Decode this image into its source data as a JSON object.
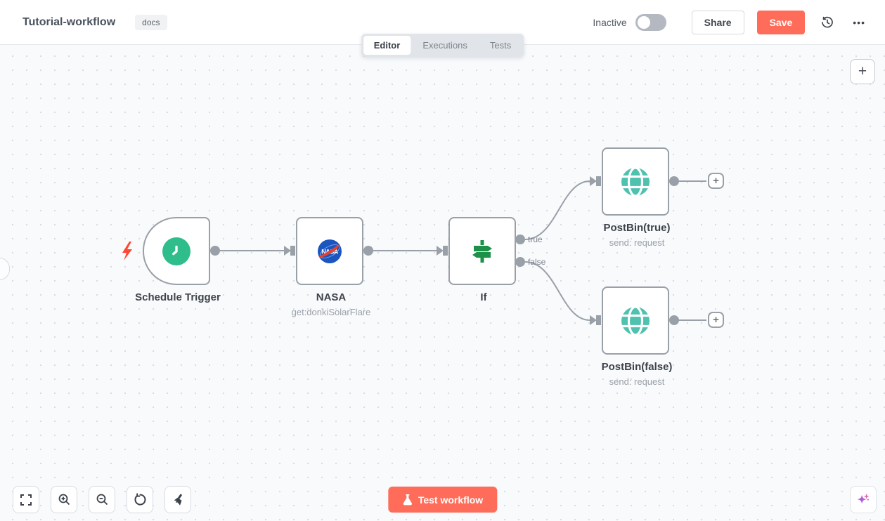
{
  "header": {
    "title": "Tutorial-workflow",
    "badge": "docs",
    "status_label": "Inactive",
    "share_label": "Share",
    "save_label": "Save",
    "more_glyph": "•••"
  },
  "tabs": [
    {
      "label": "Editor",
      "active": true
    },
    {
      "label": "Executions",
      "active": false
    },
    {
      "label": "Tests",
      "active": false
    }
  ],
  "canvas": {
    "nodes": [
      {
        "name": "Schedule Trigger",
        "subtitle": "",
        "type": "trigger",
        "icon": "clock-icon"
      },
      {
        "name": "NASA",
        "subtitle": "get:donkiSolarFlare",
        "type": "regular",
        "icon": "nasa-logo-icon"
      },
      {
        "name": "If",
        "subtitle": "",
        "type": "regular",
        "icon": "signpost-icon"
      },
      {
        "name": "PostBin(true)",
        "subtitle": "send: request",
        "type": "regular",
        "icon": "globe-icon"
      },
      {
        "name": "PostBin(false)",
        "subtitle": "send: request",
        "type": "regular",
        "icon": "globe-icon"
      }
    ],
    "connection_labels": {
      "true_label": "true",
      "false_label": "false"
    },
    "add_glyph": "+"
  },
  "footer": {
    "test_button_label": "Test workflow"
  },
  "colors": {
    "accent": "#ff6d5a",
    "node_border": "#9aa0a8",
    "connection": "#9aa0a8",
    "trigger_green": "#2fbd8c",
    "if_green": "#1d9148",
    "globe_teal": "#4fc1af",
    "nasa_blue": "#1a55c0",
    "nasa_red": "#e8402a",
    "lightning_red": "#ff4733",
    "canvas_bg": "#f8fafc"
  }
}
